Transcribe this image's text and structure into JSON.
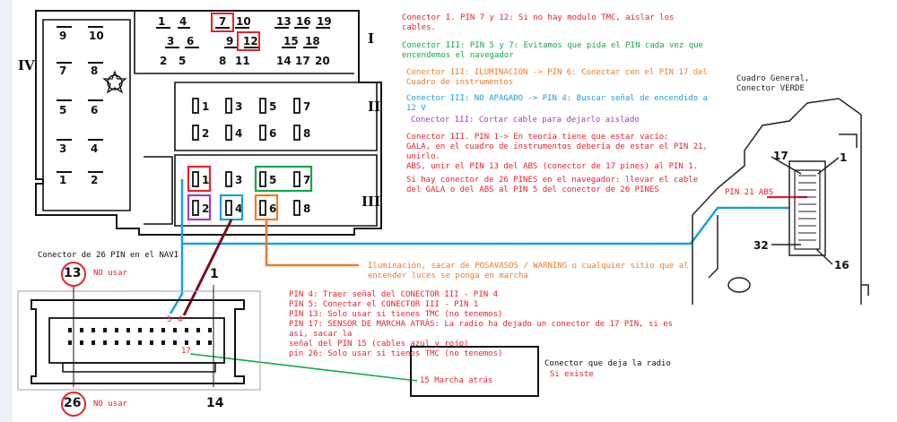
{
  "connector_pins": {
    "row1": [
      "1",
      "4",
      "7",
      "10",
      "13",
      "16",
      "19"
    ],
    "row2": [
      "3",
      "6",
      "9",
      "12",
      "15",
      "18"
    ],
    "row3": [
      "2",
      "5",
      "8",
      "11",
      "14",
      "17",
      "20"
    ],
    "left_top": [
      "9",
      "10"
    ],
    "left_mid1": [
      "7",
      "8"
    ],
    "left_mid2": [
      "5",
      "6"
    ],
    "left_mid3": [
      "3",
      "4"
    ],
    "left_bot": [
      "1",
      "2"
    ],
    "block2": [
      "1",
      "3",
      "5",
      "7",
      "2",
      "4",
      "6",
      "8"
    ],
    "block3": [
      "1",
      "3",
      "5",
      "7",
      "2",
      "4",
      "6",
      "8"
    ]
  },
  "roman": {
    "I": "I",
    "II": "II",
    "III": "III",
    "IV": "IV"
  },
  "notes": {
    "n1": "Conector I. PIN 7 y 12: Si no hay modulo TMC, aislar los cables.",
    "n2": "Conector III: PIN 5 y 7: Evitamos que pida el PIN cada vez que\nencendemos el navegador",
    "n3": "Conector III: ILUMINACION -> PIN 6: Conectar con el PIN 17 del\nCuadro de instrumentos",
    "n4": "Conector III: NO APAGADO -> PIN 4: Buscar señal de encendido a\n12 V",
    "n5": "Conector III: Cortar cable para dejarlo aislado",
    "n6": "Conector III. PIN 1-> En teoría tiene que estar vacío:\nGALA, en el cuadro de instrumentos debería de estar el PIN 21,\nunirlo.\nABS, unir el PIN 13 del ABS (conector de 17 pines) al PIN 1.",
    "n7": "Si hay conector de 26 PINES en el navegador: llevar el cable\ndel GALA o del ABS al PIN 5 del conector de 26 PINES",
    "n8": "Iluminación, sacar de POSAVASOS / WARNING o cualquier sitio que al\nencender luces se ponga en marcha",
    "n9": "PIN 4: Traer señal del CONECTOR III - PIN 4\nPIN 5: Conectar el CONECTOR III - PIN 1\nPIN 13: Solo usar si tienes TMC (no tenemos)\nPIN 17: SENSOR DE MARCHA ATRÁS: La radio ha dejado un conector de 17 PIN, si es asi, sacar la\nseñal del PIN 15 (cables azul y rojo)\npin 26: Solo usar si tienes TMC (no tenemos)"
  },
  "cuadro": {
    "title": "Cuadro General,\nConector VERDE",
    "pin17": "17",
    "pin1": "1",
    "pin32": "32",
    "pin16": "16",
    "pin21abs": "PIN 21 ABS"
  },
  "navi": {
    "title": "Conector de 26 PIN en el NAVI",
    "pin13": "13",
    "pin1": "1",
    "pin26": "26",
    "pin14": "14",
    "no_usar_top": "NO usar",
    "no_usar_bottom": "NO usar",
    "pin5": "5",
    "pin4": "4",
    "pin17": "17"
  },
  "radio_box": {
    "title": "Conector que deja la radio",
    "subtitle": "Si existe",
    "pin_label": "15 Marcha atrás"
  },
  "colors": {
    "red": "#e8212b",
    "green": "#13a84a",
    "orange": "#ef7a26",
    "blue": "#1a9fd9",
    "purple": "#a23bc4",
    "maroon": "#7a1020"
  }
}
